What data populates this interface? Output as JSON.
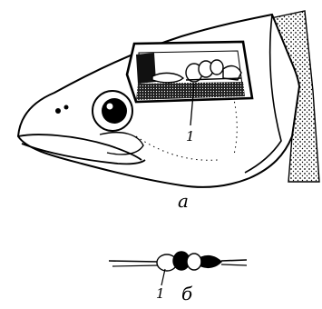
{
  "figure": {
    "panel_a": {
      "label": "а",
      "callout": "1",
      "parts": [
        "fish-head-outline",
        "eye",
        "mouth",
        "nostrils",
        "cranial-window",
        "brain",
        "gill-cover"
      ]
    },
    "panel_b": {
      "label": "б",
      "callout": "1",
      "parts": [
        "brain-dorsal-view",
        "olfactory-tract",
        "spinal-cord"
      ]
    }
  }
}
